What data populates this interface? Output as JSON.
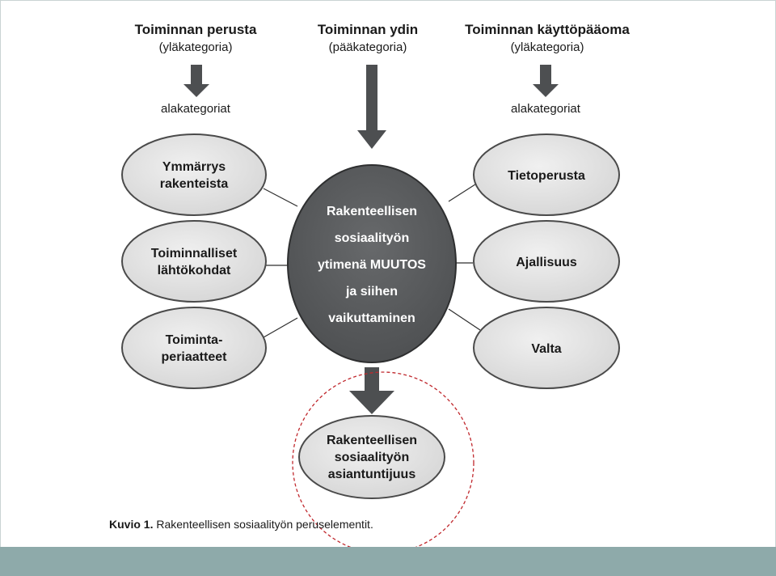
{
  "headers": {
    "left": {
      "title": "Toiminnan perusta",
      "subtitle": "(yläkategoria)"
    },
    "center": {
      "title": "Toiminnan ydin",
      "subtitle": "(pääkategoria)"
    },
    "right": {
      "title": "Toiminnan käyttöpääoma",
      "subtitle": "(yläkategoria)"
    }
  },
  "subcategory_label": "alakategoriat",
  "left_nodes": [
    {
      "line1": "Ymmärrys",
      "line2": "rakenteista"
    },
    {
      "line1": "Toiminnalliset",
      "line2": "lähtökohdat"
    },
    {
      "line1": "Toiminta-",
      "line2": "periaatteet"
    }
  ],
  "right_nodes": [
    {
      "line1": "Tietoperusta"
    },
    {
      "line1": "Ajallisuus"
    },
    {
      "line1": "Valta"
    }
  ],
  "core": {
    "line1": "Rakenteellisen",
    "line2": "sosiaalityön",
    "line3": "ytimenä MUUTOS",
    "line4": "ja siihen",
    "line5": "vaikuttaminen"
  },
  "outcome": {
    "line1": "Rakenteellisen",
    "line2": "sosiaalityön",
    "line3": "asiantuntijuus"
  },
  "caption": {
    "label": "Kuvio 1.",
    "text": " Rakenteellisen sosiaalityön peruselementit."
  },
  "colors": {
    "node_fill": "#e3e3e3",
    "node_stroke": "#4a4a4a",
    "core_fill": "#5d5f61",
    "arrow": "#4d4f51",
    "highlight_circle": "#c0282d",
    "footer": "#8eaaaa"
  }
}
